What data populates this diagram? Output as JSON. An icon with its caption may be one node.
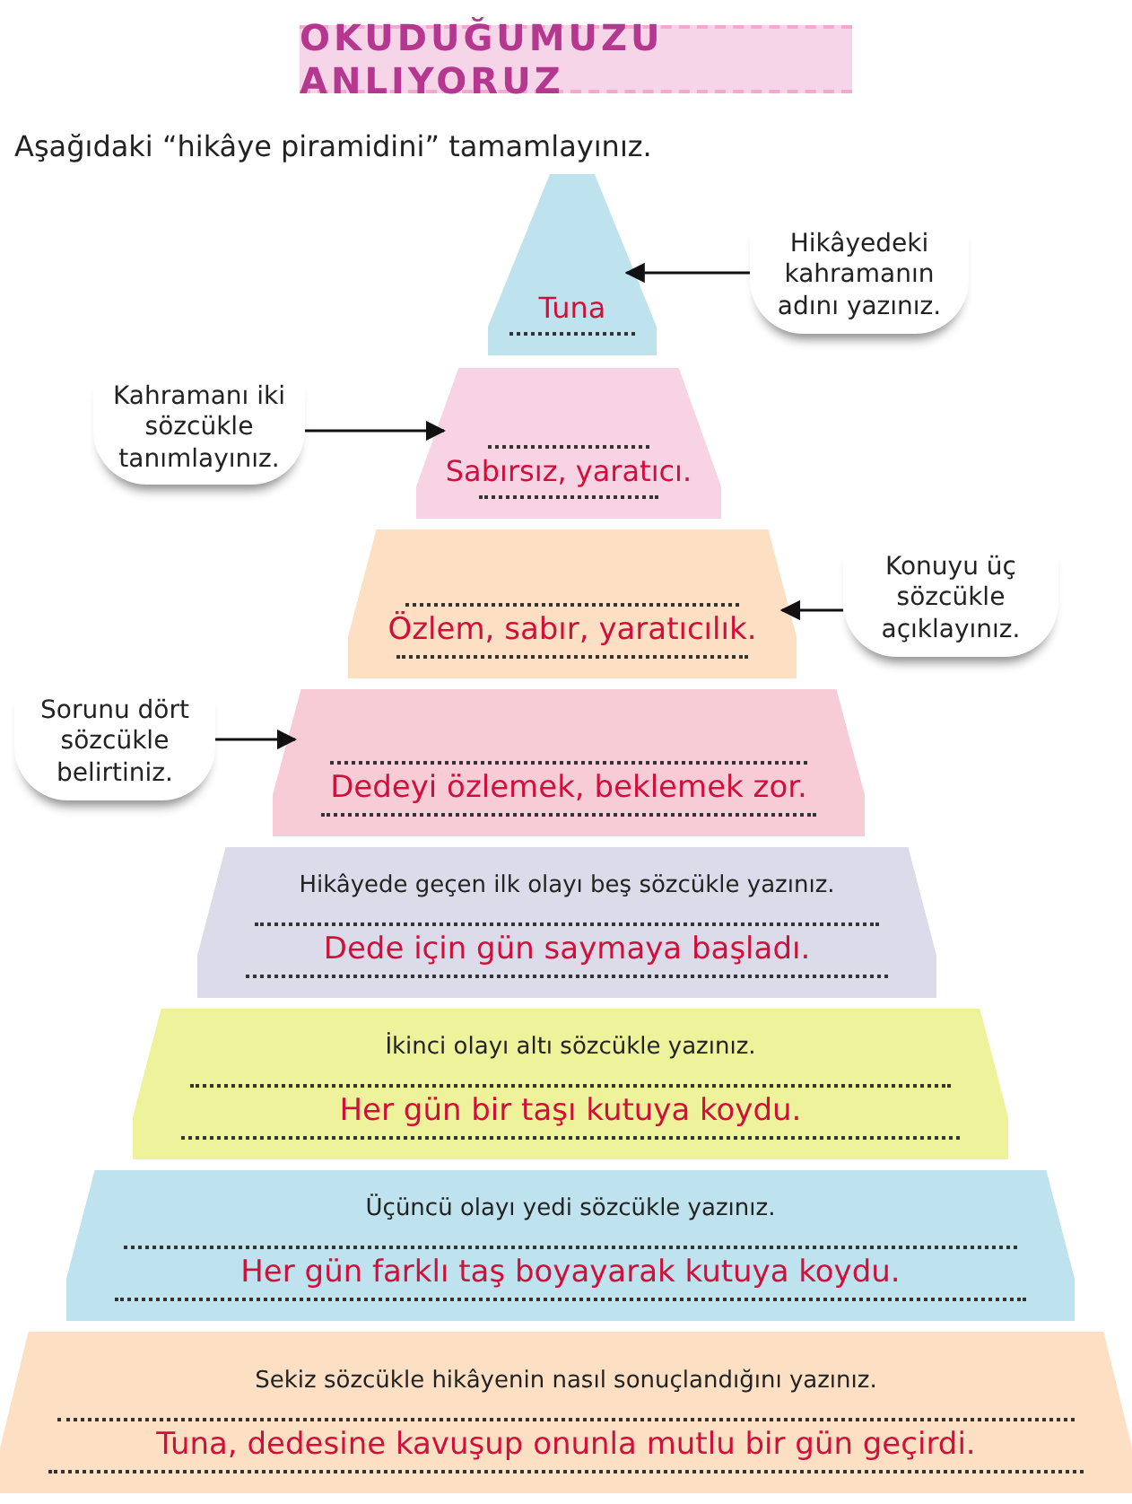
{
  "diagram": {
    "title": "OKUDUĞUMUZU ANLIYORUZ",
    "nodes": [
      {
        "text": [
          "Tuna"
        ]
      },
      {
        "text": [
          "Hikâyedeki kahramanın adını yazınız."
        ]
      },
      {
        "text": [
          "Kahramanı iki sözcükle tanımlayınız."
        ]
      },
      {
        "text": [
          "Sabırsız, yaratıcı."
        ]
      },
      {
        "text": [
          "Özlem, sabır, yaratıcılık."
        ]
      },
      {
        "text": [
          "Konuyu üç sözcükle açıklayınız."
        ]
      },
      {
        "text": [
          "Sorunu dört sözcükle belirtiniz."
        ]
      },
      {
        "text": [
          "Dedeyi özlemek, beklemek zor."
        ]
      },
      {
        "text": [
          "Hikâyede geçen ilk olayı beş sözcükle yazınız.",
          "Dede için gün saymaya başladı."
        ]
      },
      {
        "text": [
          "İkinci olayı altı sözcükle yazınız.",
          "Her gün bir taşı kutuya koydu."
        ]
      },
      {
        "text": [
          "Üçüncü olayı yedi sözcükle yazınız.",
          "Her gün farklı taş boyayarak kutuya koydu."
        ]
      },
      {
        "text": [
          "Sekiz sözcükle hikâyenin nasıl sonuçlandığını yazınız.",
          "Tuna, dedesine kavuşup onunla mutlu bir gün geçirdi."
        ]
      }
    ],
    "edges": [
      {
        "from": 1,
        "to": 0,
        "arrow": "to"
      },
      {
        "from": 2,
        "to": 3,
        "arrow": "to"
      },
      {
        "from": 5,
        "to": 4,
        "arrow": "to"
      },
      {
        "from": 6,
        "to": 7,
        "arrow": "to"
      }
    ],
    "labels": [
      "Aşağıdaki “hikâye piramidini” tamamlayınız."
    ]
  }
}
